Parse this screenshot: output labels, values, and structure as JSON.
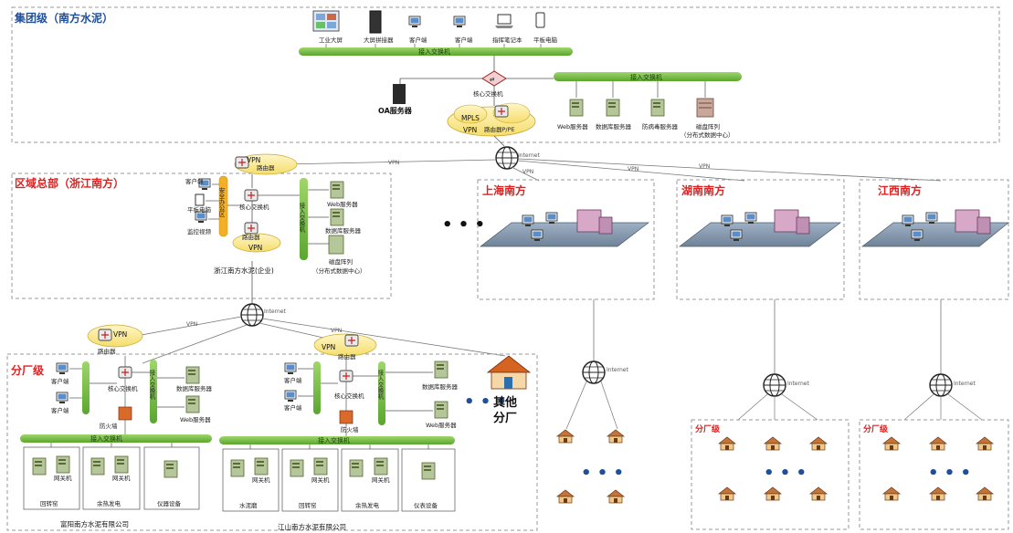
{
  "group": {
    "title": "集团级（南方水泥）",
    "devices": [
      "工业大屏",
      "大屏拼接器",
      "客户端",
      "客户端",
      "指挥笔记本",
      "平板电脑"
    ],
    "access_switch": "接入交换机",
    "core_switch": "核心交换机",
    "oa_server": "OA服务器",
    "access_switch_right": "接入交换机",
    "servers": [
      "Web服务器",
      "数据库服务器",
      "防病毒服务器"
    ],
    "disk_array": "磁盘阵列",
    "disk_array_sub": "（分布式数据中心）",
    "mpls_label": "MPLS",
    "vpn_label": "VPN",
    "router_label": "路由器P/PE"
  },
  "links": {
    "vpn": "VPN",
    "internet": "Internet"
  },
  "region": {
    "title": "区域总部（浙江南方）",
    "vpn": "VPN",
    "router": "路由器",
    "clients": [
      "客户端",
      "平板电脑",
      "监控视频"
    ],
    "security_zone": "安全办公区",
    "core_switch": "核心交换机",
    "access_switch": "接入交换机",
    "servers": [
      "Web服务器",
      "数据库服务器"
    ],
    "disk_array": "磁盘阵列",
    "disk_array_sub": "（分布式数据中心）",
    "company": "浙江南方水泥(企业)"
  },
  "sites": [
    "上海南方",
    "湖南南方",
    "江西南方"
  ],
  "factory": {
    "title": "分厂级",
    "vpn": "VPN",
    "router": "路由器",
    "clients": [
      "客户端",
      "客户端"
    ],
    "core_switch": "核心交换机",
    "access_switch": "接入交换机",
    "firewall": "防火墙",
    "db_server": "数据库服务器",
    "web_server": "Web服务器",
    "units_left": [
      "回转窑",
      "余热发电",
      "仪器设备"
    ],
    "units_right": [
      "水泥磨",
      "回转窑",
      "余热发电",
      "仪表设备"
    ],
    "unit_device": "网关机",
    "company_left": "富阳南方水泥有限公司",
    "company_right": "江山南方水泥有限公司",
    "other": "其他\n分厂"
  },
  "branch_label": "分厂级",
  "ellipsis": "• • •"
}
